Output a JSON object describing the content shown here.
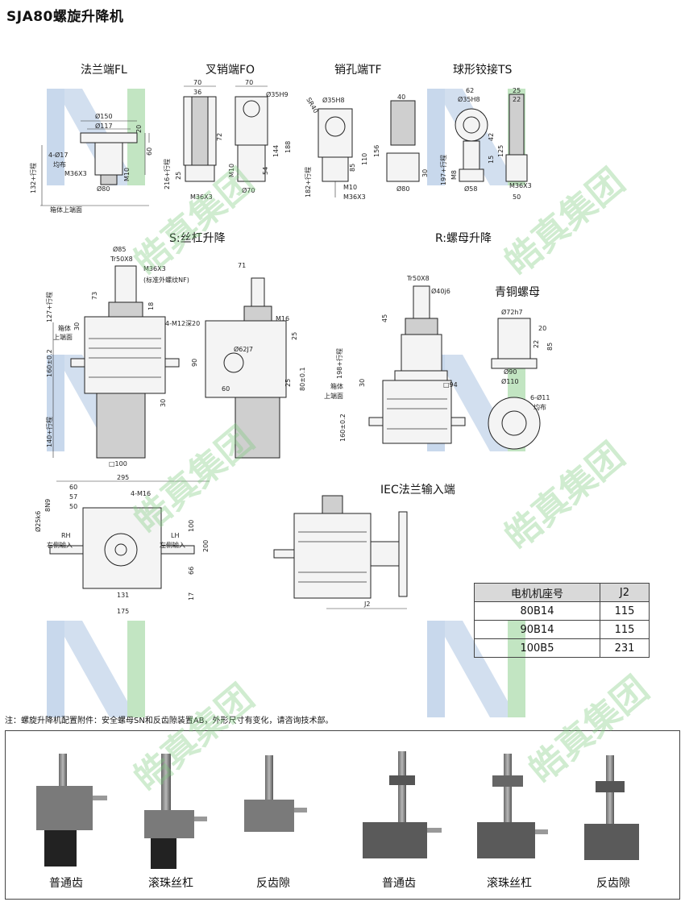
{
  "title": "SJA80螺旋升降机",
  "ends": {
    "fl": "法兰端FL",
    "fo": "叉销端FO",
    "tf": "销孔端TF",
    "ts": "球形铰接TS"
  },
  "sections": {
    "s_lift": "S:丝杠升降",
    "r_lift": "R:螺母升降",
    "bronze_nut": "青铜螺母",
    "iec": "IEC法兰输入端"
  },
  "dims": {
    "fl": [
      "Ø150",
      "Ø117",
      "20",
      "60",
      "4-Ø17",
      "均布",
      "M36X3",
      "M10",
      "Ø80",
      "132+行程",
      "箱体上端面"
    ],
    "fo": [
      "70",
      "36",
      "70",
      "Ø35H9",
      "72",
      "144",
      "188",
      "216+行程",
      "25",
      "M10",
      "54",
      "M36X3",
      "Ø70",
      "SR40"
    ],
    "tf": [
      "Ø35H8",
      "40",
      "85",
      "110",
      "156",
      "182+行程",
      "M10",
      "M36X3",
      "30",
      "Ø80"
    ],
    "ts": [
      "62",
      "25",
      "Ø35H8",
      "22",
      "42",
      "125",
      "197+行程",
      "M8",
      "15",
      "Ø58",
      "M36X3",
      "50"
    ],
    "s": [
      "Ø85",
      "Tr50X8",
      "M36X3",
      "(标准外螺纹NF)",
      "73",
      "18",
      "127+行程",
      "箱体",
      "上端面",
      "30",
      "160±0.2",
      "30",
      "140+行程",
      "□100",
      "71",
      "4-M12深20",
      "M16",
      "25",
      "Ø62J7",
      "90",
      "60",
      "25",
      "80±0.1"
    ],
    "r": [
      "Tr50X8",
      "Ø40j6",
      "45",
      "198+行程",
      "30",
      "箱体",
      "上端面",
      "□94",
      "160±0.2",
      "Ø72h7",
      "22",
      "85",
      "20",
      "Ø90",
      "Ø110",
      "6-Ø11",
      "均布"
    ],
    "base": [
      "295",
      "60",
      "57",
      "50",
      "8N9",
      "Ø25k6",
      "4-M16",
      "RH",
      "右侧输入",
      "LH",
      "左侧输入",
      "100",
      "200",
      "66",
      "131",
      "175",
      "17"
    ],
    "iec": [
      "J2"
    ]
  },
  "table": {
    "headers": [
      "电机机座号",
      "J2"
    ],
    "rows": [
      [
        "80B14",
        "115"
      ],
      [
        "90B14",
        "115"
      ],
      [
        "100B5",
        "231"
      ]
    ]
  },
  "note": "注：螺旋升降机配置附件：安全螺母SN和反齿隙装置AB，外形尺寸有变化，请咨询技术部。",
  "photos": [
    "普通齿",
    "滚珠丝杠",
    "反齿隙",
    "普通齿",
    "滚珠丝杠",
    "反齿隙"
  ],
  "watermark": "皓真集团",
  "colors": {
    "watermark": "#78c878",
    "logo_blue": "#9bb8dc",
    "logo_green": "#8fd08f"
  }
}
